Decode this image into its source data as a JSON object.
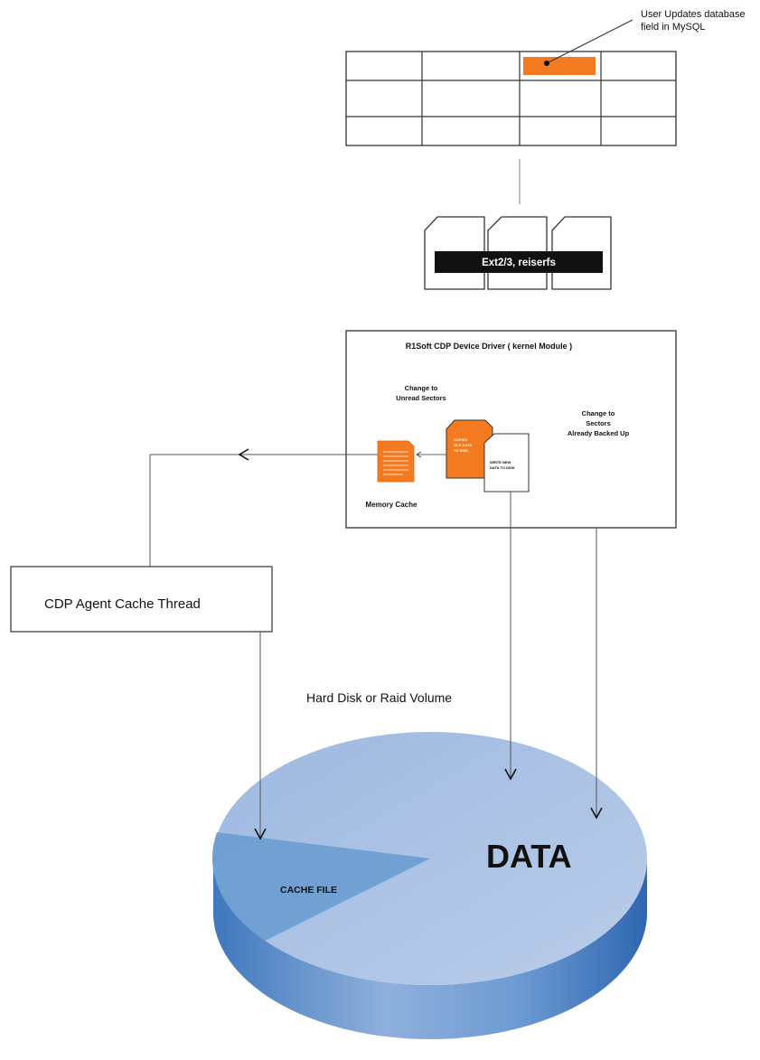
{
  "colors": {
    "highlight": "#f47a20",
    "stroke": "#333333",
    "disk_top": "#a3bde3",
    "disk_side": "#4f87c7",
    "cache_slice": "#6e9ed1",
    "label_bar": "#111111"
  },
  "database": {
    "callout": [
      "User Updates database",
      "field in MySQL"
    ]
  },
  "filesystem": {
    "label": "Ext2/3, reiserfs"
  },
  "driver": {
    "title": "R1Soft CDP Device Driver ( kernel Module )",
    "unread_label": [
      "Change to",
      "Unread Sectors"
    ],
    "backed_label": [
      "Change to",
      "Sectors",
      "Already Backed Up"
    ],
    "copied_doc": [
      "COPIED",
      "OLD DATA",
      "TO DISK"
    ],
    "write_doc": [
      "WRITE NEW",
      "DATA TO DISK"
    ],
    "memory_cache": "Memory Cache"
  },
  "agent": {
    "label": "CDP Agent Cache Thread"
  },
  "disk": {
    "title": "Hard Disk or Raid Volume",
    "data_label": "DATA",
    "cache_label": "CACHE FILE"
  },
  "icons": {
    "flow_arrow": "chevron-arrow-icon",
    "sector_card": "sd-card-icon",
    "document": "document-icon"
  }
}
